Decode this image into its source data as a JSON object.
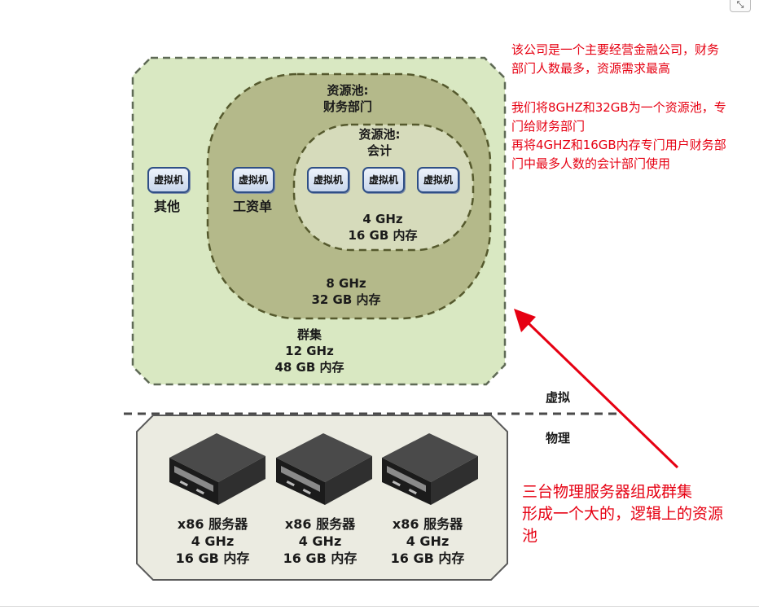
{
  "pools": {
    "finance_title": "资源池:",
    "finance_subtitle": "财务部门",
    "accounting_title": "资源池:",
    "accounting_subtitle": "会计",
    "accounting_ghz": "4 GHz",
    "accounting_mem": "16 GB 内存",
    "finance_ghz": "8 GHz",
    "finance_mem": "32 GB 内存"
  },
  "cluster": {
    "title": "群集",
    "ghz": "12 GHz",
    "mem": "48 GB 内存"
  },
  "vms": {
    "label": "虚拟机",
    "other_label": "其他",
    "payroll_label": "工资单"
  },
  "layers": {
    "virtual": "虚拟",
    "physical": "物理"
  },
  "servers": [
    {
      "name": "x86 服务器",
      "ghz": "4 GHz",
      "mem": "16 GB 内存"
    },
    {
      "name": "x86 服务器",
      "ghz": "4 GHz",
      "mem": "16 GB 内存"
    },
    {
      "name": "x86 服务器",
      "ghz": "4 GHz",
      "mem": "16 GB 内存"
    }
  ],
  "notes": {
    "company_line1": "该公司是一个主要经营金融公司，财务",
    "company_line2": "部门人数最多，资源需求最高",
    "pool_line1": "我们将8GHZ和32GB为一个资源池，专",
    "pool_line2": "门给财务部门",
    "pool_line3": "再将4GHZ和16GB内存专门用户财务部",
    "pool_line4": "门中最多人数的会计部门使用",
    "cluster_line1": "三台物理服务器组成群集",
    "cluster_line2": "形成一个大的，逻辑上的资源",
    "cluster_line3": "池"
  },
  "ui": {
    "collapse_icon_glyph": "⤡"
  },
  "colors": {
    "cluster_fill": "#d9e8c2",
    "finance_fill": "#b4b98a",
    "accounting_fill": "#d6dbbb",
    "physical_fill": "#ebebe1",
    "note_red": "#e60012"
  }
}
